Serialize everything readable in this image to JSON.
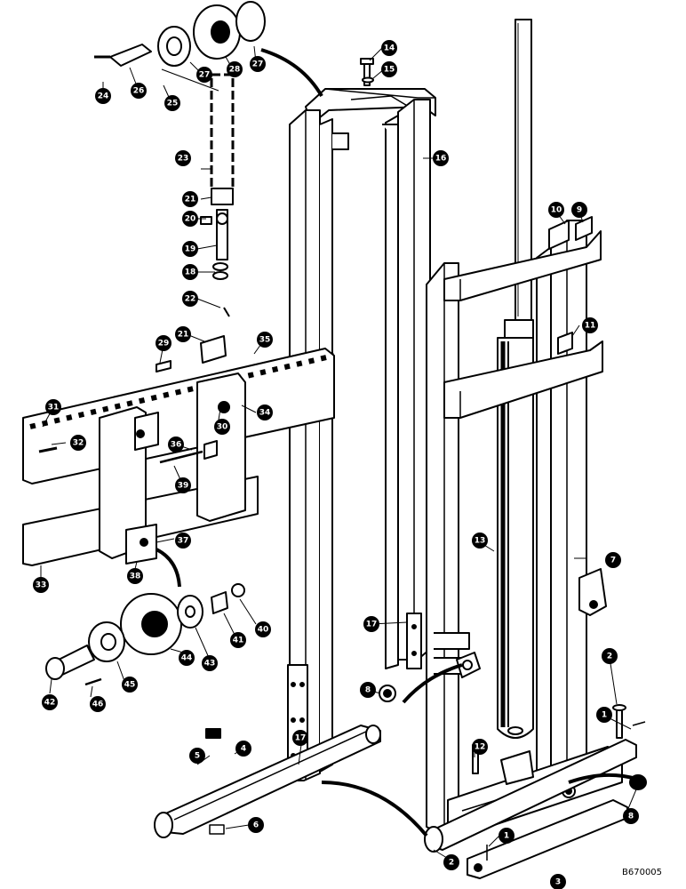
{
  "figure_code": "B670005",
  "parts": [
    {
      "id": "c1a",
      "num": "1"
    },
    {
      "id": "c1b",
      "num": "1"
    },
    {
      "id": "c2a",
      "num": "2"
    },
    {
      "id": "c2b",
      "num": "2"
    },
    {
      "id": "c3",
      "num": "3"
    },
    {
      "id": "c4",
      "num": "4"
    },
    {
      "id": "c5",
      "num": "5"
    },
    {
      "id": "c6",
      "num": "6"
    },
    {
      "id": "c7",
      "num": "7"
    },
    {
      "id": "c8a",
      "num": "8"
    },
    {
      "id": "c8b",
      "num": "8"
    },
    {
      "id": "c9",
      "num": "9"
    },
    {
      "id": "c10",
      "num": "10"
    },
    {
      "id": "c11",
      "num": "11"
    },
    {
      "id": "c12",
      "num": "12"
    },
    {
      "id": "c13",
      "num": "13"
    },
    {
      "id": "c14",
      "num": "14"
    },
    {
      "id": "c15",
      "num": "15"
    },
    {
      "id": "c16",
      "num": "16"
    },
    {
      "id": "c17a",
      "num": "17"
    },
    {
      "id": "c17b",
      "num": "17"
    },
    {
      "id": "c18",
      "num": "18"
    },
    {
      "id": "c19",
      "num": "19"
    },
    {
      "id": "c20",
      "num": "20"
    },
    {
      "id": "c21a",
      "num": "21"
    },
    {
      "id": "c21b",
      "num": "21"
    },
    {
      "id": "c22",
      "num": "22"
    },
    {
      "id": "c23",
      "num": "23"
    },
    {
      "id": "c24",
      "num": "24"
    },
    {
      "id": "c25",
      "num": "25"
    },
    {
      "id": "c26",
      "num": "26"
    },
    {
      "id": "c27a",
      "num": "27"
    },
    {
      "id": "c27b",
      "num": "27"
    },
    {
      "id": "c28",
      "num": "28"
    },
    {
      "id": "c29",
      "num": "29"
    },
    {
      "id": "c30",
      "num": "30"
    },
    {
      "id": "c31",
      "num": "31"
    },
    {
      "id": "c32",
      "num": "32"
    },
    {
      "id": "c33",
      "num": "33"
    },
    {
      "id": "c34",
      "num": "34"
    },
    {
      "id": "c35",
      "num": "35"
    },
    {
      "id": "c36",
      "num": "36"
    },
    {
      "id": "c37",
      "num": "37"
    },
    {
      "id": "c38",
      "num": "38"
    },
    {
      "id": "c39",
      "num": "39"
    },
    {
      "id": "c40",
      "num": "40"
    },
    {
      "id": "c41",
      "num": "41"
    },
    {
      "id": "c42",
      "num": "42"
    },
    {
      "id": "c43",
      "num": "43"
    },
    {
      "id": "c44",
      "num": "44"
    },
    {
      "id": "c45",
      "num": "45"
    },
    {
      "id": "c46",
      "num": "46"
    }
  ]
}
